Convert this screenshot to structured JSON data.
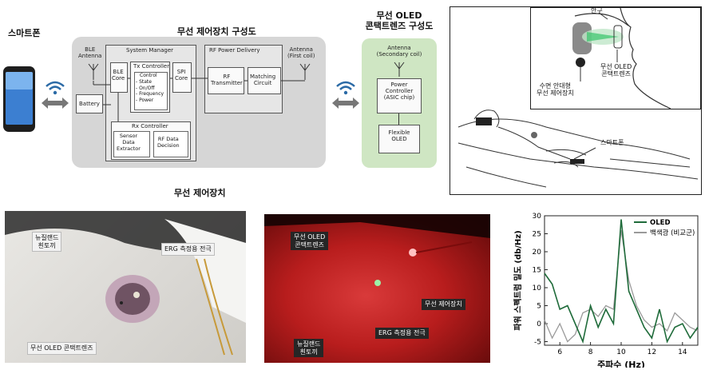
{
  "phone": {
    "label": "스마트폰"
  },
  "controller": {
    "title": "무선 제어장치 구성도",
    "ble_antenna": [
      "BLE",
      "Antenna"
    ],
    "system_manager": "System Manager",
    "ble_core": [
      "BLE",
      "Core"
    ],
    "tx_controller": "Tx Controller",
    "tx_items": [
      "Control",
      "- State",
      "- On/Off",
      "- Frequency",
      "- Power"
    ],
    "spi_core": [
      "SPI",
      "Core"
    ],
    "battery": "Battery",
    "rx_controller": "Rx Controller",
    "sensor_extractor": [
      "Sensor",
      "Data",
      "Extractor"
    ],
    "rf_decision": [
      "RF Data",
      "Decision"
    ],
    "rf_power_delivery": "RF Power Delivery",
    "rf_transmitter": [
      "RF",
      "Transmitter"
    ],
    "matching_circuit": [
      "Matching",
      "Circuit"
    ],
    "antenna_first": [
      "Antenna",
      "(First coil)"
    ]
  },
  "lens": {
    "title": [
      "무선 OLED",
      "콘택트렌즈 구성도"
    ],
    "antenna_secondary": [
      "Antenna",
      "(Secondary coil)"
    ],
    "power_controller": [
      "Power",
      "Controller",
      "(ASIC chip)"
    ],
    "flexible_oled": [
      "Flexible",
      "OLED"
    ]
  },
  "illustration": {
    "eyeball": "안구",
    "lens_label": [
      "무선 OLED",
      "콘택트렌즈"
    ],
    "sleep_device": [
      "수면 안대형",
      "무선 제어장치"
    ],
    "smartphone": "스마트폰"
  },
  "photo_section_title": "무선 제어장치",
  "photo1": {
    "rabbit": [
      "뉴질랜드",
      "흰토끼"
    ],
    "erg": "ERG 측정용 전극",
    "lens": "무선 OLED 콘택트렌즈"
  },
  "photo2": {
    "lens": [
      "무선 OLED",
      "콘택트렌즈"
    ],
    "device": "무선 제어장치",
    "rabbit": [
      "뉴질랜드",
      "흰토끼"
    ],
    "erg": "ERG 측정용 전극"
  },
  "chart_data": {
    "type": "line",
    "xlabel": "주파수 (Hz)",
    "ylabel": "파워 스펙트럼 밀도 (db/Hz)",
    "xlim": [
      5,
      15
    ],
    "ylim": [
      -6,
      30
    ],
    "xticks": [
      6,
      8,
      10,
      12,
      14
    ],
    "yticks": [
      -5,
      0,
      5,
      10,
      15,
      20,
      25,
      30
    ],
    "series": [
      {
        "name": "OLED",
        "color": "#1f6b3a",
        "x": [
          5,
          5.5,
          6,
          6.5,
          7,
          7.5,
          8,
          8.5,
          9,
          9.5,
          10,
          10.5,
          11,
          11.5,
          12,
          12.5,
          13,
          13.5,
          14,
          14.5,
          15
        ],
        "y": [
          14,
          11,
          4,
          5,
          0,
          -5,
          5,
          -1,
          4,
          0,
          29,
          9,
          4,
          -1,
          -4,
          4,
          -5,
          -1,
          0,
          -4,
          -1
        ]
      },
      {
        "name": "백색광 (비교군)",
        "color": "#9a9a9a",
        "x": [
          5,
          5.5,
          6,
          6.5,
          7,
          7.5,
          8,
          8.5,
          9,
          9.5,
          10,
          10.5,
          11,
          11.5,
          12,
          12.5,
          13,
          13.5,
          14,
          14.5,
          15
        ],
        "y": [
          1,
          -4,
          0,
          -5,
          -3,
          3,
          4,
          2,
          5,
          4,
          26,
          12,
          5,
          1,
          -1,
          0,
          -2,
          3,
          1,
          -1,
          -2
        ]
      }
    ]
  }
}
